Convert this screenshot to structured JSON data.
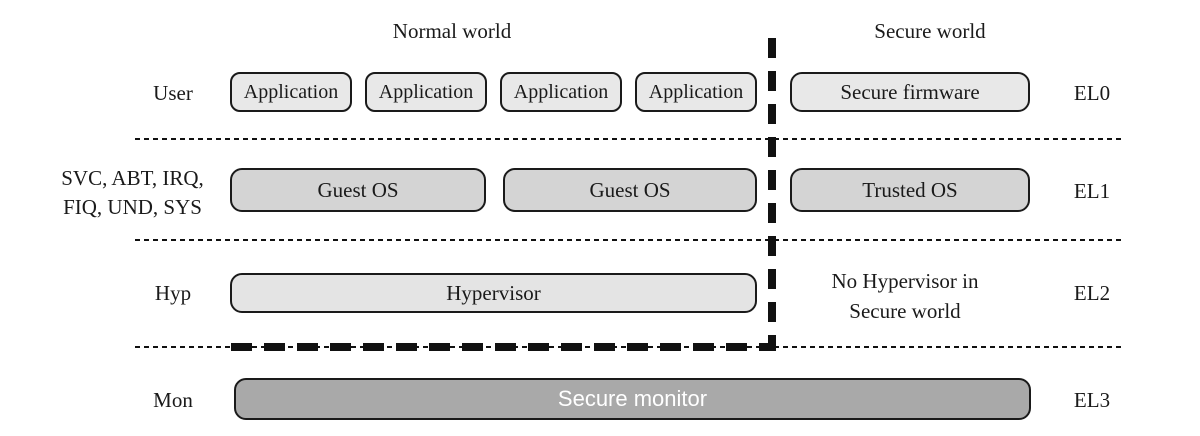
{
  "titles": {
    "normal_world": "Normal world",
    "secure_world": "Secure world"
  },
  "left_labels": {
    "el0": "User",
    "el1_line1": "SVC, ABT, IRQ,",
    "el1_line2": "FIQ, UND, SYS",
    "el2": "Hyp",
    "el3": "Mon"
  },
  "right_labels": {
    "el0": "EL0",
    "el1": "EL1",
    "el2": "EL2",
    "el3": "EL3"
  },
  "boxes": {
    "applications": [
      "Application",
      "Application",
      "Application",
      "Application"
    ],
    "secure_firmware": "Secure firmware",
    "guest_os_1": "Guest OS",
    "guest_os_2": "Guest OS",
    "trusted_os": "Trusted OS",
    "hypervisor": "Hypervisor",
    "secure_monitor": "Secure monitor"
  },
  "annotations": {
    "no_hypervisor_line1": "No Hypervisor in",
    "no_hypervisor_line2": "Secure world"
  },
  "colors": {
    "box_light_fill": "#e8e8e8",
    "box_medium_fill": "#d4d4d4",
    "box_dark_fill": "#a9a9a9",
    "box_border": "#1a1a1a",
    "line_color": "#111111",
    "monitor_text": "#ffffff",
    "background": "#ffffff"
  }
}
